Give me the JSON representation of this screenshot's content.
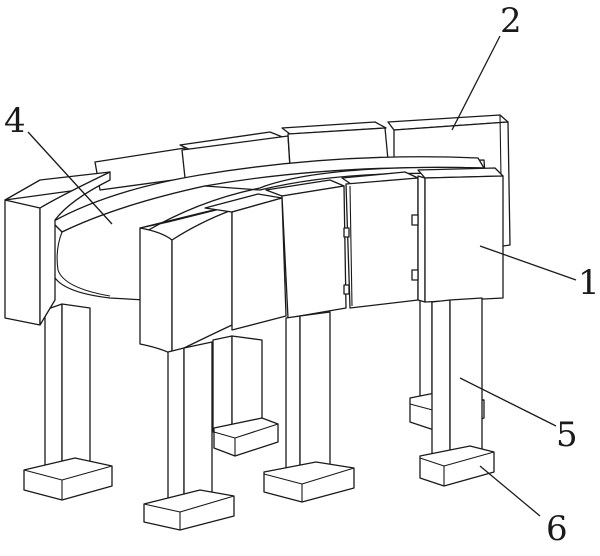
{
  "figure": {
    "labels": [
      {
        "key": "1",
        "text": "1"
      },
      {
        "key": "2",
        "text": "2"
      },
      {
        "key": "4",
        "text": "4"
      },
      {
        "key": "5",
        "text": "5"
      },
      {
        "key": "6",
        "text": "6"
      }
    ]
  }
}
